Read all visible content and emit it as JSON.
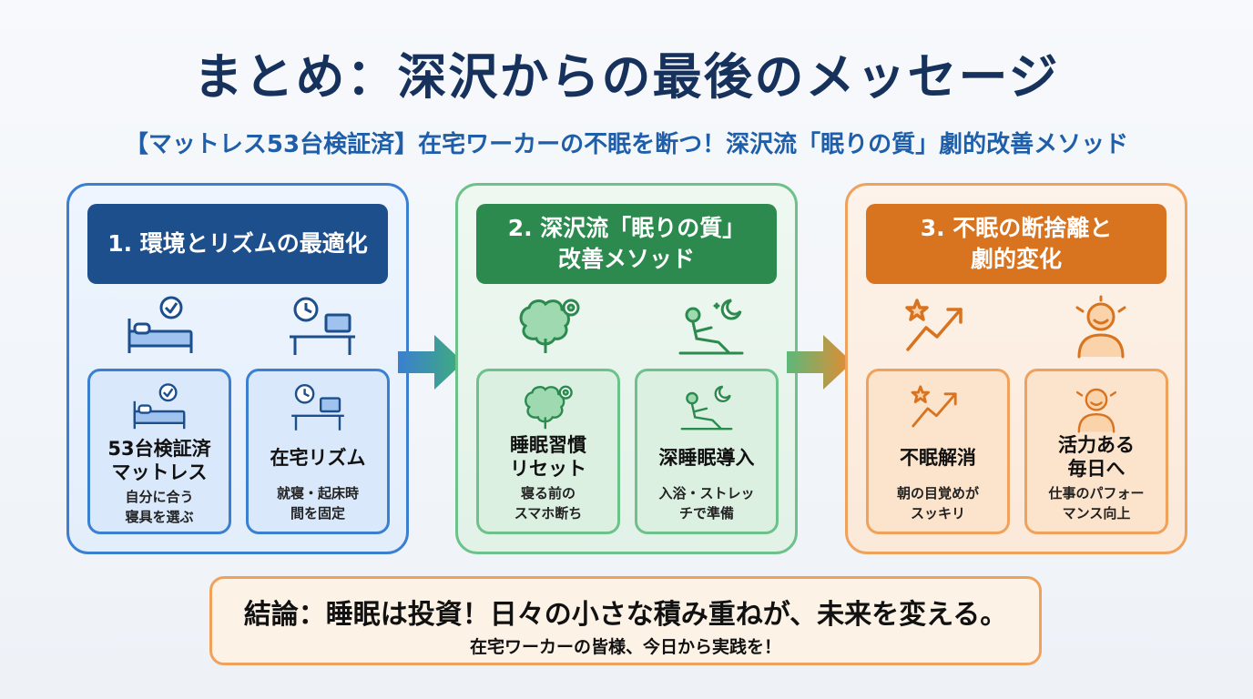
{
  "title": "まとめ：深沢からの最後のメッセージ",
  "subtitle": "【マットレス53台検証済】在宅ワーカーの不眠を断つ！深沢流「眠りの質」劇的改善メソッド",
  "panels": [
    {
      "heading": "1. 環境とリズムの最適化",
      "icons": [
        "bed-check-icon",
        "desk-clock-icon"
      ],
      "cards": [
        {
          "title": "53台検証済\nマットレス",
          "desc": "自分に合う\n寝具を選ぶ"
        },
        {
          "title": "在宅リズム",
          "desc": "就寝・起床時\n間を固定"
        }
      ]
    },
    {
      "heading": "2. 深沢流「眠りの質」\n改善メソッド",
      "icons": [
        "brain-gear-icon",
        "reclining-person-moon-icon"
      ],
      "cards": [
        {
          "title": "睡眠習慣\nリセット",
          "desc": "寝る前の\nスマホ断ち"
        },
        {
          "title": "深睡眠導入",
          "desc": "入浴・ストレッ\nチで準備"
        }
      ]
    },
    {
      "heading": "3. 不眠の断捨離と\n劇的変化",
      "icons": [
        "star-trend-up-icon",
        "smiling-person-icon"
      ],
      "cards": [
        {
          "title": "不眠解消",
          "desc": "朝の目覚めが\nスッキリ"
        },
        {
          "title": "活力ある\n毎日へ",
          "desc": "仕事のパフォー\nマンス向上"
        }
      ]
    }
  ],
  "conclusion": {
    "main": "結論：睡眠は投資！日々の小さな積み重ねが、未来を変える。",
    "sub": "在宅ワーカーの皆様、今日から実践を！"
  },
  "colors": {
    "title": "#16325c",
    "subtitle": "#1f5ea8",
    "blue": "#1d4f8c",
    "green": "#2c8a4f",
    "orange": "#d8731f"
  }
}
